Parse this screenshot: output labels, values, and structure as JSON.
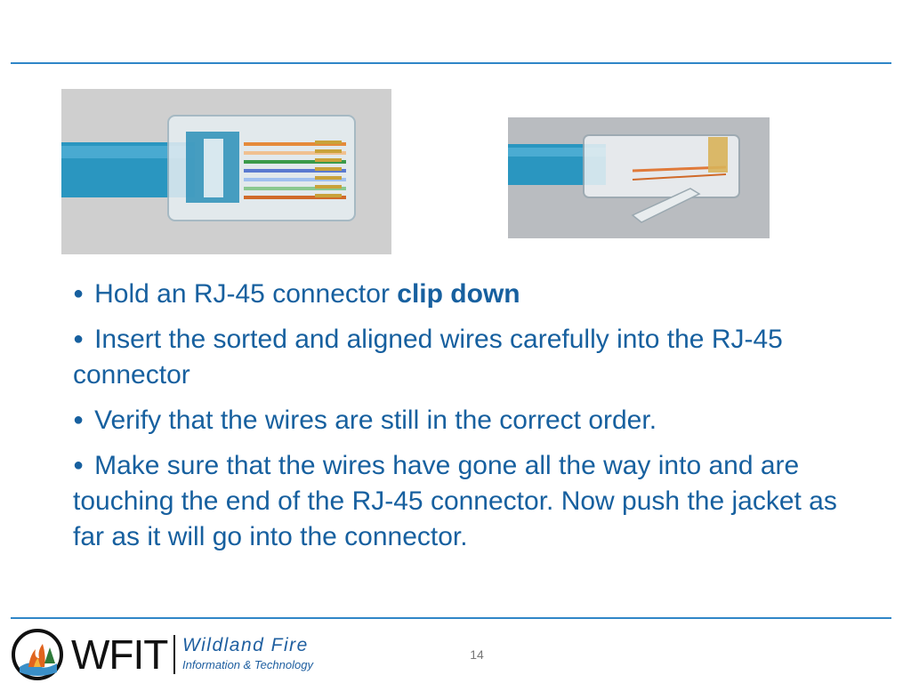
{
  "bullets": [
    {
      "text": "Hold an RJ-45 connector ",
      "bold": "clip down"
    },
    {
      "text": "Insert the sorted and aligned wires carefully into the RJ-45 connector"
    },
    {
      "text": "Verify that the wires are still in the correct order."
    },
    {
      "text": "Make sure that the wires have gone all the way into and are touching the end of the RJ-45 connector. Now push the jacket as far as it will go into the connector."
    }
  ],
  "bullet_glyph": "●",
  "logo": {
    "acronym": "WFIT",
    "line1": "Wildland Fire",
    "line2": "Information & Technology"
  },
  "page_number": "14",
  "colors": {
    "text": "#17609f",
    "rule": "#2f86c8",
    "cable": "#2a96c0"
  }
}
